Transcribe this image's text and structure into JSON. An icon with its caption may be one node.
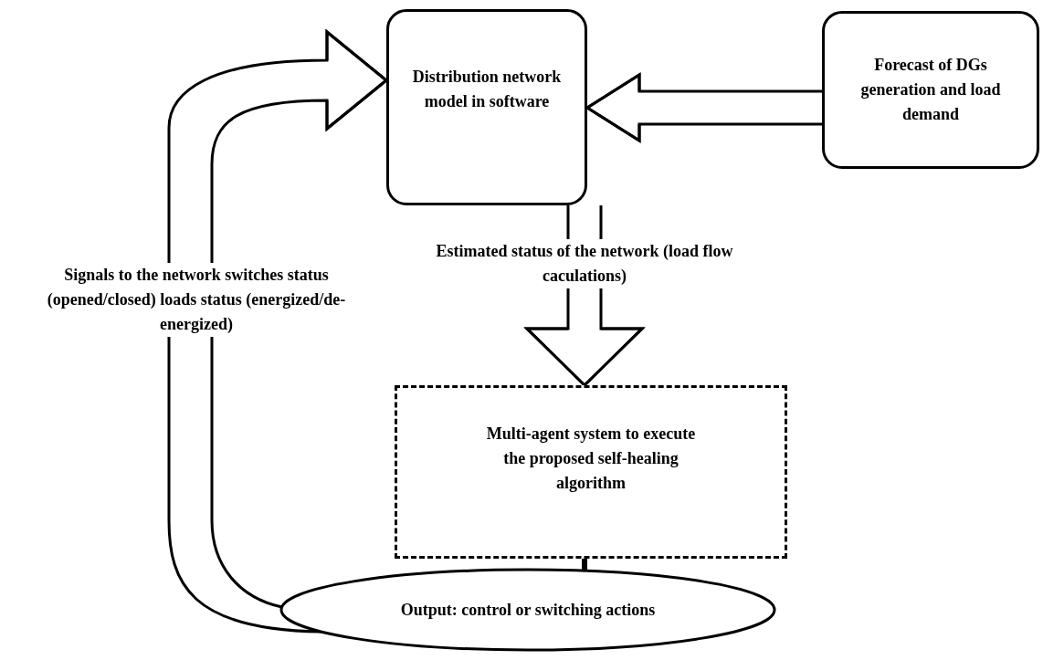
{
  "diagram": {
    "nodes": [
      {
        "text": [
          "Distribution network model in software"
        ]
      },
      {
        "text": [
          "Forecast of DGs generation and load demand"
        ]
      },
      {
        "text": [
          "Multi-agent system to execute the proposed self-healing algorithm"
        ]
      },
      {
        "text": [
          "Output: control or switching actions"
        ]
      }
    ],
    "edges": [
      {
        "from": 1,
        "to": 0,
        "arrow": "to"
      },
      {
        "from": 0,
        "to": 2,
        "arrow": "to",
        "label": "Estimated status of the network (load flow caculations)"
      },
      {
        "from": 2,
        "to": 3,
        "arrow": "none",
        "style": "thick"
      },
      {
        "from": 3,
        "to": 0,
        "arrow": "to",
        "label": "Signals to the network switches status (opened/closed) loads status (energized/de-energized)"
      }
    ]
  }
}
